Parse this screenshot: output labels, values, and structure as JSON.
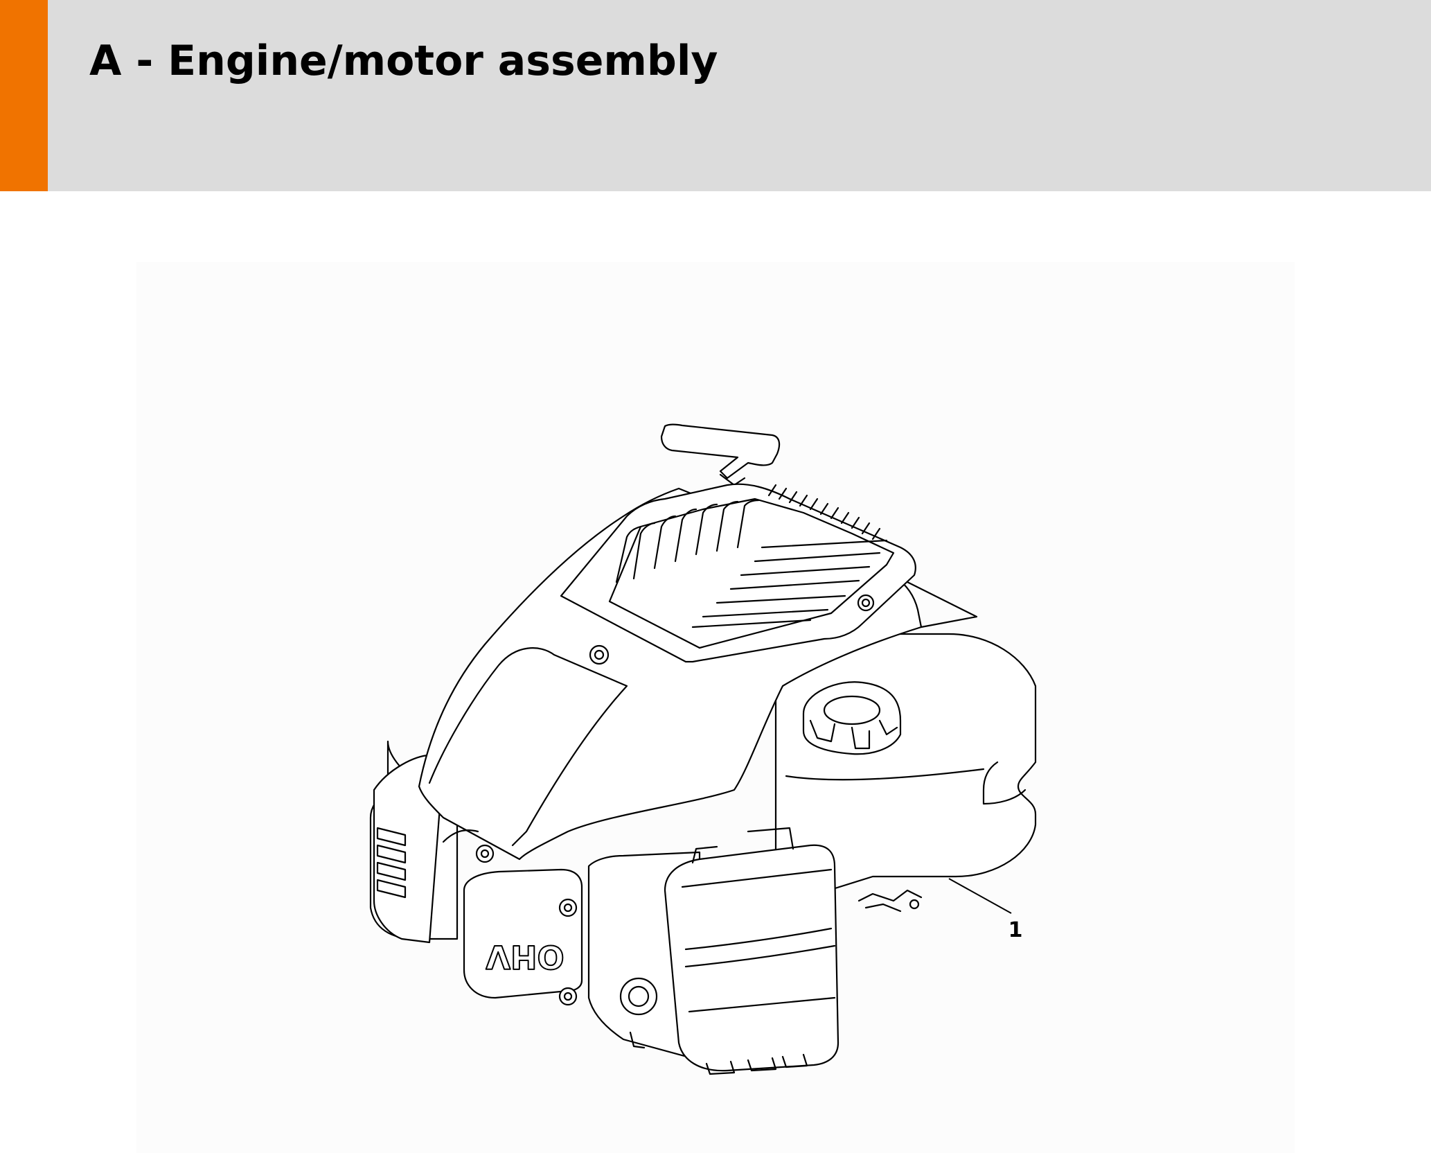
{
  "header": {
    "title": "A - Engine/motor assembly",
    "accent_color": "#f07300",
    "background_color": "#dcdcdc"
  },
  "figure": {
    "subject": "engine-assembly",
    "callouts": [
      {
        "label": "1"
      }
    ],
    "engraved_text": "OHV"
  }
}
